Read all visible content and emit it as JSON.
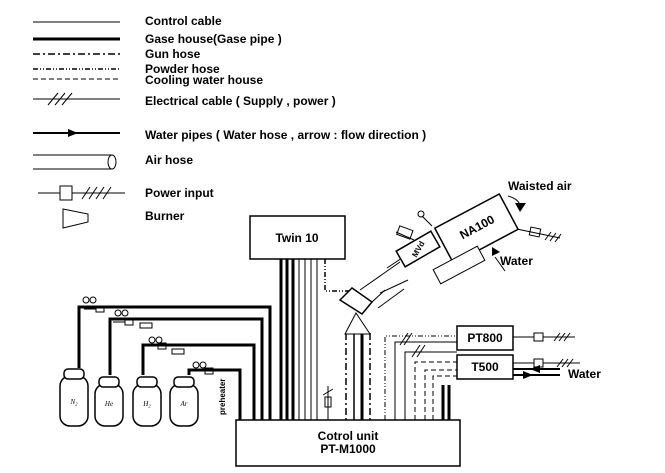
{
  "legend": {
    "control_cable": "Control cable",
    "gas_hose": "Gase house(Gase pipe )",
    "gun_hose": "Gun hose",
    "powder_hose": "Powder hose",
    "cooling_water": "Cooling water house",
    "electrical_cable": "Electrical cable ( Supply , power )",
    "water_pipes": "Water pipes ( Water hose , arrow : flow direction )",
    "air_hose": "Air hose",
    "power_input": "Power input",
    "burner": "Burner"
  },
  "units": {
    "twin": "Twin 10",
    "na100": "NA100",
    "mvd": "MVd",
    "pt800": "PT800",
    "t500": "T500",
    "control_line1": "Cotrol unit",
    "control_line2": "PT-M1000"
  },
  "labels": {
    "waisted_air": "Waisted air",
    "water_na": "Water",
    "water_t500": "Water",
    "preheater": "preheater"
  },
  "cylinders": [
    "N₂",
    "He",
    "H₂",
    "Ar"
  ]
}
